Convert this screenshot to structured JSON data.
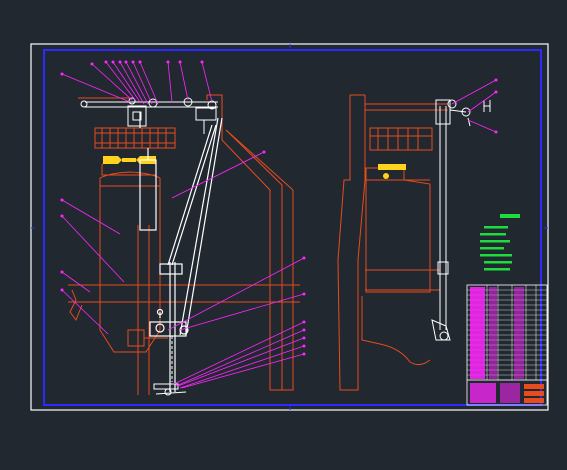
{
  "colors": {
    "background": "#212830",
    "sheet_border": "#ffffff",
    "frame": "#2b2bff",
    "structure": "#e84b1e",
    "mechanism": "#ffffff",
    "leader": "#ff26ff",
    "yellow": "#ffd21e",
    "notes": "#1edc3c",
    "title_block": "#ff26ff"
  },
  "icons": {
    "sheet": "cad-drawing-sheet",
    "front_view": "front-elevation-view",
    "side_view": "side-elevation-view"
  }
}
